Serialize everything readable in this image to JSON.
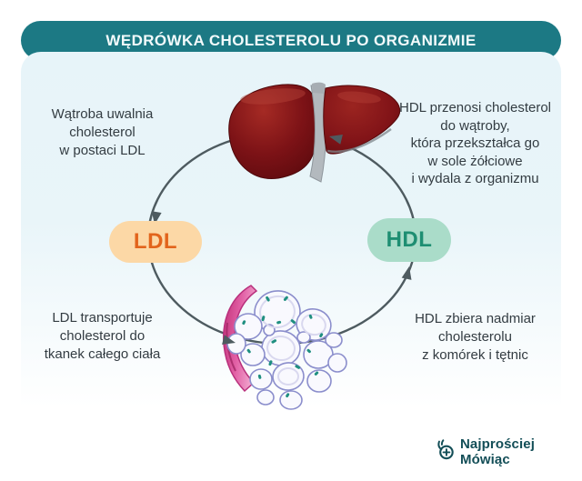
{
  "header": {
    "title": "WĘDRÓWKA CHOLESTEROLU PO ORGANIZMIE"
  },
  "steps": [
    {
      "id": "liver-release",
      "lines": [
        "Wątroba uwalnia",
        "cholesterol",
        "w postaci LDL"
      ]
    },
    {
      "id": "hdl-to-liver",
      "lines": [
        "HDL przenosi cholesterol",
        "do wątroby,",
        "która przekształca go",
        "w sole żółciowe",
        "i wydala z organizmu"
      ]
    },
    {
      "id": "ldl-transport",
      "lines": [
        "LDL transportuje",
        "cholesterol do",
        "tkanek całego ciała"
      ]
    },
    {
      "id": "hdl-collect",
      "lines": [
        "HDL zbiera nadmiar",
        "cholesterolu",
        "z komórek i tętnic"
      ]
    }
  ],
  "badges": {
    "ldl": {
      "label": "LDL",
      "bg": "#FCD8A6",
      "text_color": "#E2641C"
    },
    "hdl": {
      "label": "HDL",
      "bg": "#AADCC9",
      "text_color": "#1E8E72"
    }
  },
  "illustrations": {
    "liver": "liver-illustration",
    "fat_cells": "fat-cells-illustration"
  },
  "icons": {
    "logo": "stethoscope-plus-icon"
  },
  "logo": {
    "label": "Najprościej Mówiąc",
    "color": "#134E57"
  },
  "colors": {
    "header_bg": "#1C7984",
    "card_bg": "#E8F5F9",
    "arrow": "#4E5B60",
    "body_text": "#333C42",
    "liver_dark_red": "#7C1216",
    "cell_outline": "#8B8ECC",
    "membrane_pink": "#D2458F",
    "speck_teal": "#1F8F80"
  }
}
